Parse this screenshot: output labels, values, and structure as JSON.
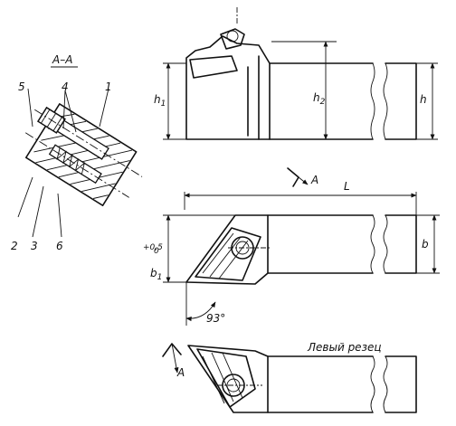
{
  "section_title": "A–A",
  "part_numbers": [
    "1",
    "2",
    "3",
    "4",
    "5",
    "6"
  ],
  "dimensions": {
    "h1": "h",
    "h1_sub": "1",
    "h2": "h",
    "h2_sub": "2",
    "h": "h",
    "L": "L",
    "b": "b",
    "b1": "b",
    "b1_sub": "1",
    "tolerance_plus": "+0,5",
    "tolerance_zero": "0",
    "angle": "93°"
  },
  "section_arrow_label": "A",
  "left_tool_caption": "Левый резец"
}
